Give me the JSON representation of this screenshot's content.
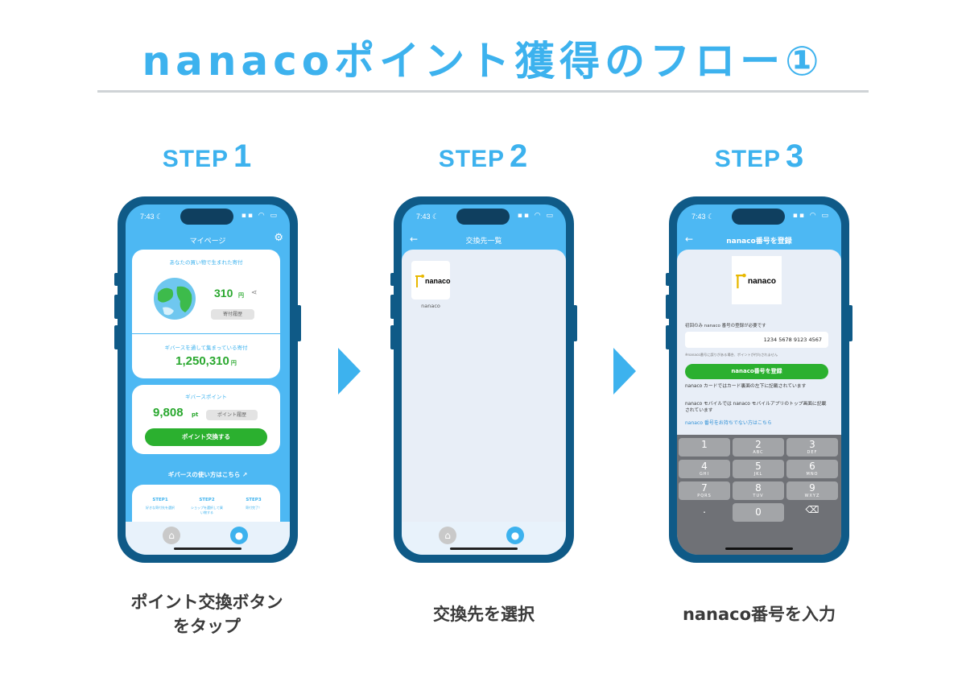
{
  "title": "nanacoポイント獲得のフロー①",
  "steps": [
    {
      "word": "STEP",
      "num": "1",
      "caption_line1": "ポイント交換ボタン",
      "caption_line2": "をタップ",
      "screen": {
        "time": "7:43 ☾",
        "nav_title": "マイページ",
        "card1_heading": "あなたの買い物で生まれた寄付",
        "donation_amount": "310",
        "donation_unit": "円",
        "history_button": "寄付履歴",
        "card1_heading2": "ギバースを通して集まっている寄付",
        "total_amount": "1,250,310",
        "total_unit": "円",
        "points_heading": "ギバースポイント",
        "points_amount": "9,808",
        "points_unit": "pt",
        "points_history_button": "ポイント履歴",
        "exchange_button": "ポイント交換する",
        "howto_link": "ギバースの使い方はこちら",
        "mini_steps": [
          {
            "label": "STEP1",
            "text": "好きな寄付先を選択"
          },
          {
            "label": "STEP2",
            "text": "ショップを選択して買い物する"
          },
          {
            "label": "STEP3",
            "text": "寄付完了！"
          }
        ]
      }
    },
    {
      "word": "STEP",
      "num": "2",
      "caption": "交換先を選択",
      "screen": {
        "time": "7:43 ☾",
        "nav_title": "交換先一覧",
        "logo_text": "nanaco",
        "item_label": "nanaco"
      }
    },
    {
      "word": "STEP",
      "num": "3",
      "caption": "nanaco番号を入力",
      "screen": {
        "time": "7:43 ☾",
        "nav_title": "nanaco番号を登録",
        "logo_text": "nanaco",
        "notice": "初回のみ nanaco 番号の登録が必要です",
        "input_value": "1234 5678 9123 4567",
        "warning": "※nanaco番号に誤りがある場合、ポイントが付与されません",
        "register_button": "nanaco番号を登録",
        "info1": "nanaco カードではカード裏面の左下に記載されています",
        "info2": "nanaco モバイルでは nanaco モバイルアプリのトップ画面に記載されています",
        "link": "nanaco 番号をお持ちでない方はこちら",
        "keys": [
          {
            "d": "1",
            "l": ""
          },
          {
            "d": "2",
            "l": "ABC"
          },
          {
            "d": "3",
            "l": "DEF"
          },
          {
            "d": "4",
            "l": "GHI"
          },
          {
            "d": "5",
            "l": "JKL"
          },
          {
            "d": "6",
            "l": "MNO"
          },
          {
            "d": "7",
            "l": "PQRS"
          },
          {
            "d": "8",
            "l": "TUV"
          },
          {
            "d": "9",
            "l": "WXYZ"
          },
          {
            "d": ".",
            "l": ""
          },
          {
            "d": "0",
            "l": ""
          },
          {
            "d": "⌫",
            "l": ""
          }
        ]
      }
    }
  ],
  "colors": {
    "accent": "#3db2ee",
    "frame": "#0f5a87",
    "green": "#2bb02f"
  }
}
